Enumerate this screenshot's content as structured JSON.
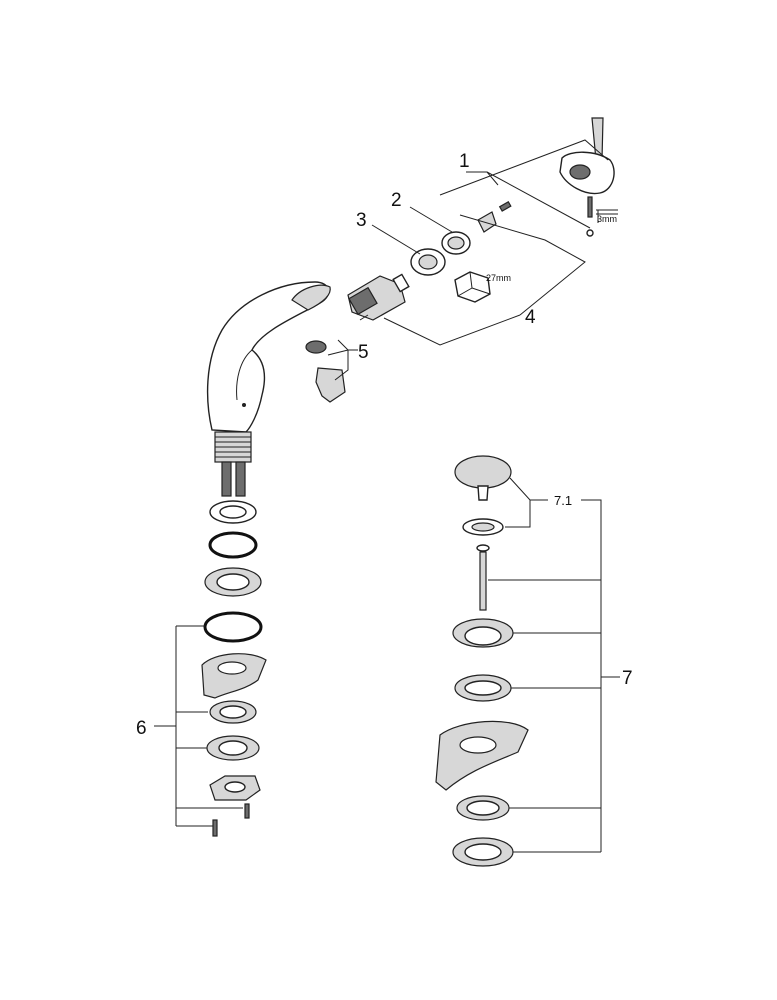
{
  "callouts": {
    "c1": "1",
    "c2": "2",
    "c3": "3",
    "c4": "4",
    "c5": "5",
    "c6": "6",
    "c7": "7",
    "c71": "7.1"
  },
  "dimensions": {
    "hex_key": "3mm",
    "wrench": "27mm"
  }
}
